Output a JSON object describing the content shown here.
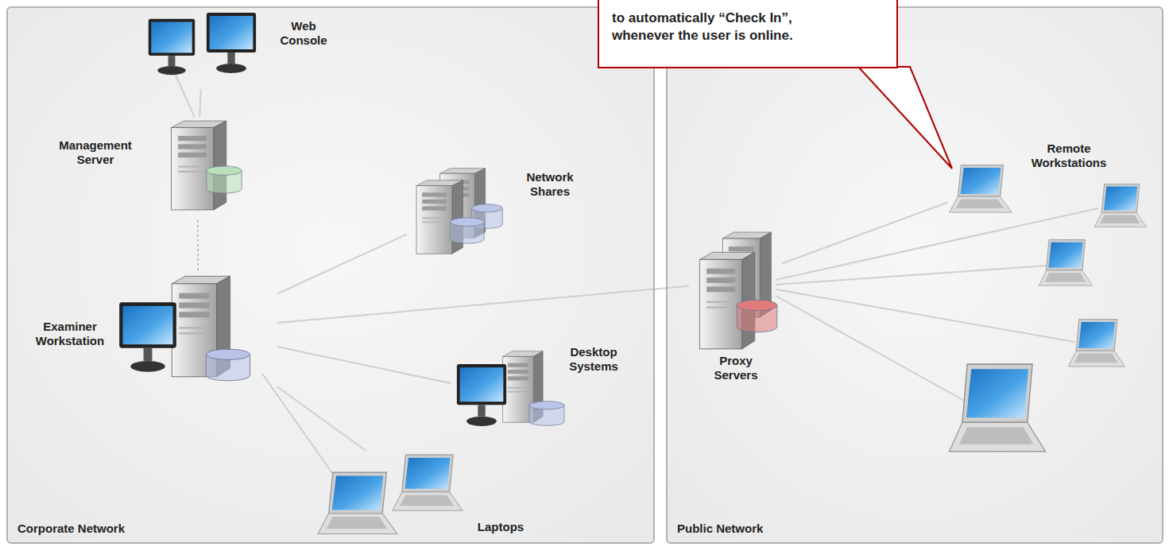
{
  "diagram": {
    "nodes": [
      {
        "text": [
          "Corporate Network"
        ]
      },
      {
        "text": [
          "Public Network"
        ]
      },
      {
        "text": [
          "Web Console"
        ],
        "in": 0
      },
      {
        "text": [
          "Management Server"
        ],
        "in": 0
      },
      {
        "text": [
          "Network Shares"
        ],
        "in": 0
      },
      {
        "text": [
          "Examiner Workstation"
        ],
        "in": 0
      },
      {
        "text": [
          "Desktop Systems"
        ],
        "in": 0
      },
      {
        "text": [
          "Laptops"
        ],
        "in": 0
      },
      {
        "text": [
          "Proxy Servers"
        ],
        "in": 1
      },
      {
        "text": [
          "Remote Workstations"
        ],
        "in": 1
      },
      {
        "text": [
          "to automatically “Check In”, whenever the user is online."
        ]
      }
    ],
    "edges": [
      {
        "from": 2,
        "to": 3,
        "arrow": "none"
      },
      {
        "from": 3,
        "to": 5,
        "arrow": "none"
      },
      {
        "from": 5,
        "to": 4,
        "arrow": "none"
      },
      {
        "from": 5,
        "to": 6,
        "arrow": "none"
      },
      {
        "from": 5,
        "to": 7,
        "arrow": "none"
      },
      {
        "from": 5,
        "to": 8,
        "arrow": "none"
      },
      {
        "from": 8,
        "to": 9,
        "arrow": "none"
      }
    ]
  }
}
